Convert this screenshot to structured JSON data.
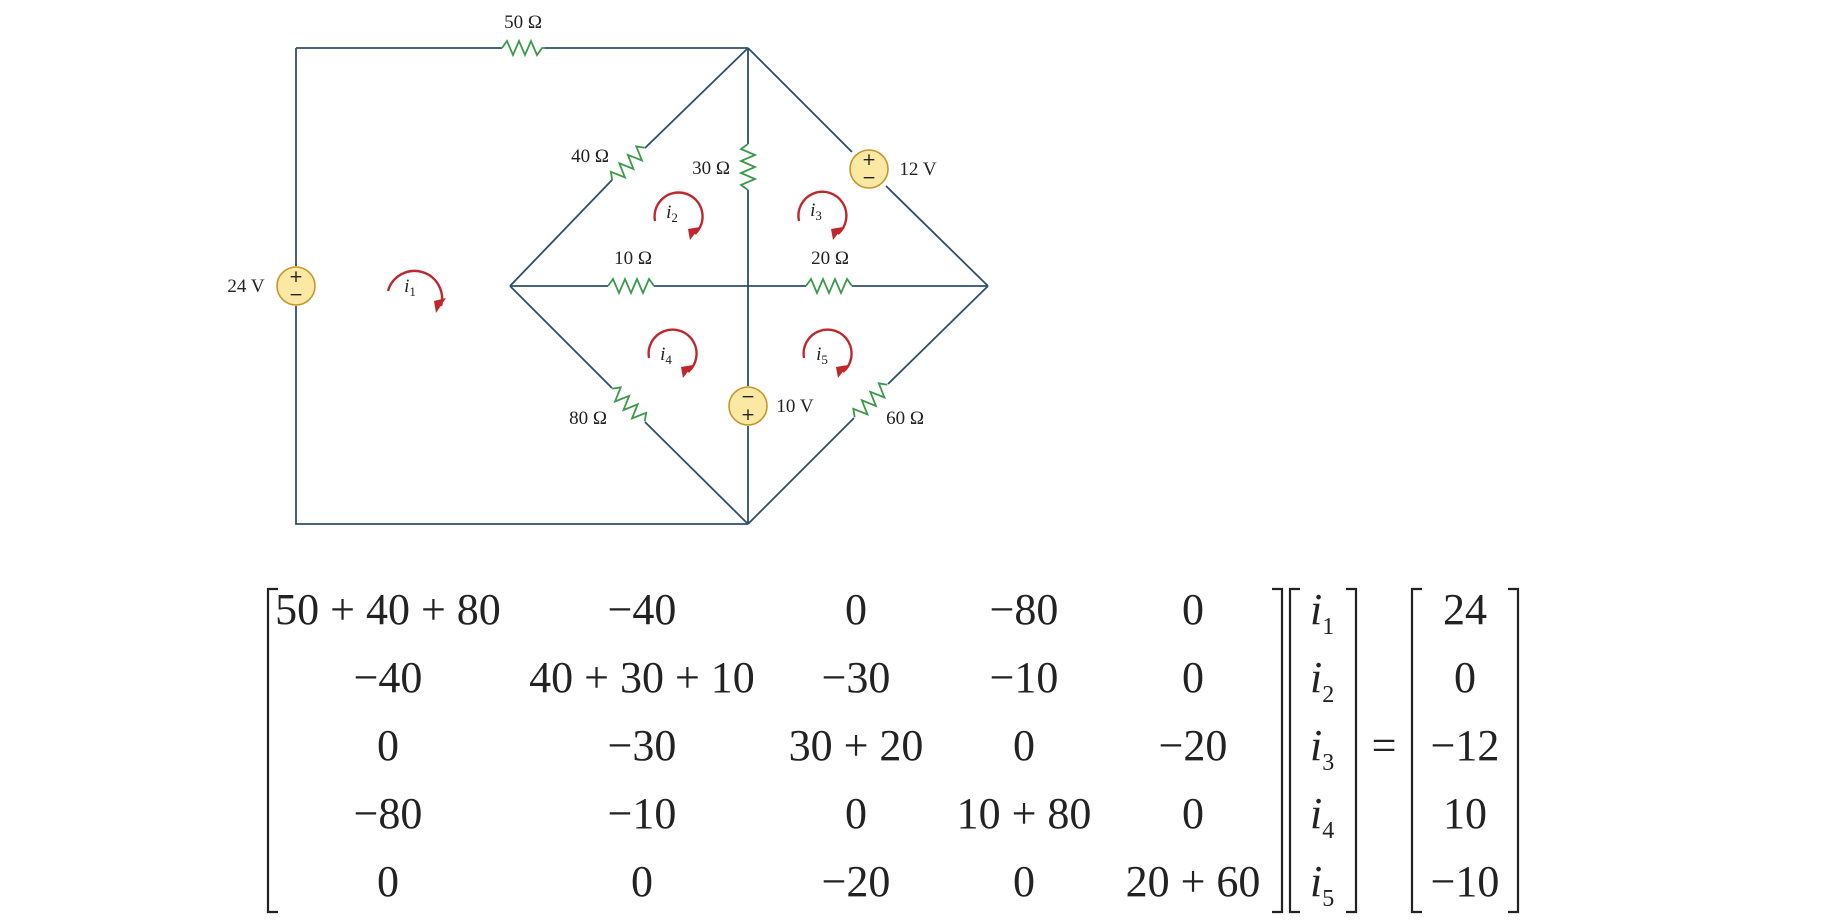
{
  "circuit": {
    "resistors": {
      "r50": "50 Ω",
      "r40": "40 Ω",
      "r30": "30 Ω",
      "r10": "10 Ω",
      "r20": "20 Ω",
      "r80": "80 Ω",
      "r60": "60 Ω"
    },
    "sources": {
      "v24": "24 V",
      "v12": "12 V",
      "v10": "10 V"
    },
    "source_signs": {
      "plus": "+",
      "minus": "−"
    },
    "mesh_currents": {
      "i1": {
        "base": "i",
        "sub": "1"
      },
      "i2": {
        "base": "i",
        "sub": "2"
      },
      "i3": {
        "base": "i",
        "sub": "3"
      },
      "i4": {
        "base": "i",
        "sub": "4"
      },
      "i5": {
        "base": "i",
        "sub": "5"
      }
    },
    "colors": {
      "wire": "#2d4f6c",
      "resistor": "#3a9a4a",
      "current_arrow": "#c0272d",
      "source_fill": "#fbe8a2"
    }
  },
  "equation": {
    "matrix": [
      [
        "50 + 40 + 80",
        "−40",
        "0",
        "−80",
        "0"
      ],
      [
        "−40",
        "40 + 30 + 10",
        "−30",
        "−10",
        "0"
      ],
      [
        "0",
        "−30",
        "30 + 20",
        "0",
        "−20"
      ],
      [
        "−80",
        "−10",
        "0",
        "10 + 80",
        "0"
      ],
      [
        "0",
        "0",
        "−20",
        "0",
        "20 + 60"
      ]
    ],
    "unknowns": [
      {
        "base": "i",
        "sub": "1"
      },
      {
        "base": "i",
        "sub": "2"
      },
      {
        "base": "i",
        "sub": "3"
      },
      {
        "base": "i",
        "sub": "4"
      },
      {
        "base": "i",
        "sub": "5"
      }
    ],
    "equals": "=",
    "rhs": [
      "24",
      "0",
      "−12",
      "10",
      "−10"
    ]
  }
}
